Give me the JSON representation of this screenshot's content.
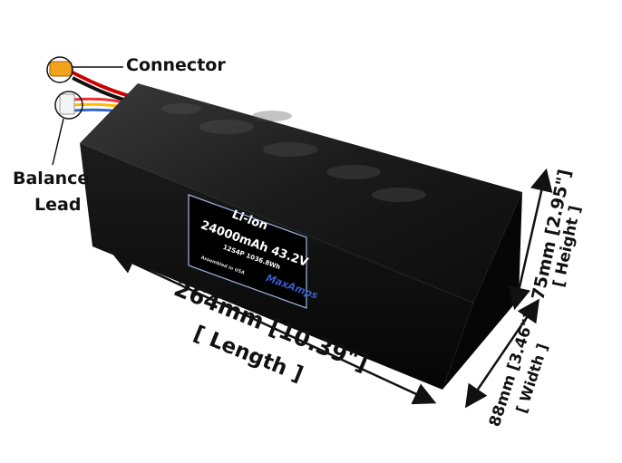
{
  "callouts": {
    "connector": "Connector",
    "balance_line1": "Balance",
    "balance_line2": "Lead"
  },
  "dimensions": {
    "length": "264mm [10.39\"]",
    "length_label": "[ Length ]",
    "height": "75mm [2.95\"]",
    "height_label": "[ Height ]",
    "width": "88mm [3.46\"]",
    "width_label": "[ Width ]"
  },
  "label": {
    "chemistry": "Li-ion",
    "capacity_voltage": "24000mAh 43.2V",
    "config_energy": "12S4P 1036.8Wh",
    "origin": "Assembled in USA"
  },
  "colors": {
    "battery": "#0a0a0a",
    "label_border": "#9fb6e0",
    "logo": "#3a5cc8",
    "connector": "#f2a31b"
  }
}
